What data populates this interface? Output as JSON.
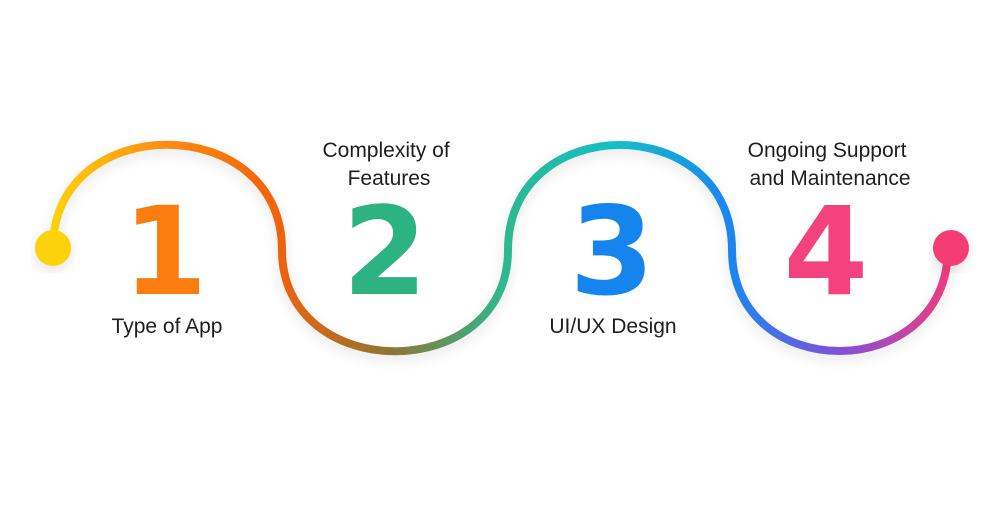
{
  "steps": [
    {
      "number": "1",
      "label_lines": [
        "Type of App"
      ],
      "color": "#fb7d0f"
    },
    {
      "number": "2",
      "label_lines": [
        "Complexity of",
        "Features"
      ],
      "color": "#2db282"
    },
    {
      "number": "3",
      "label_lines": [
        "UI/UX Design"
      ],
      "color": "#1584ec"
    },
    {
      "number": "4",
      "label_lines": [
        "Ongoing Support",
        "and Maintenance"
      ],
      "color": "#f4427e"
    }
  ],
  "path_gradient": [
    "#fcd40c",
    "#fb8e13",
    "#f3620d",
    "#8f7431",
    "#2fb88c",
    "#14bfc8",
    "#1a86f0",
    "#8250d8",
    "#f43c78"
  ],
  "start_dot_color": "#fcd20b",
  "end_dot_color": "#f53d74"
}
